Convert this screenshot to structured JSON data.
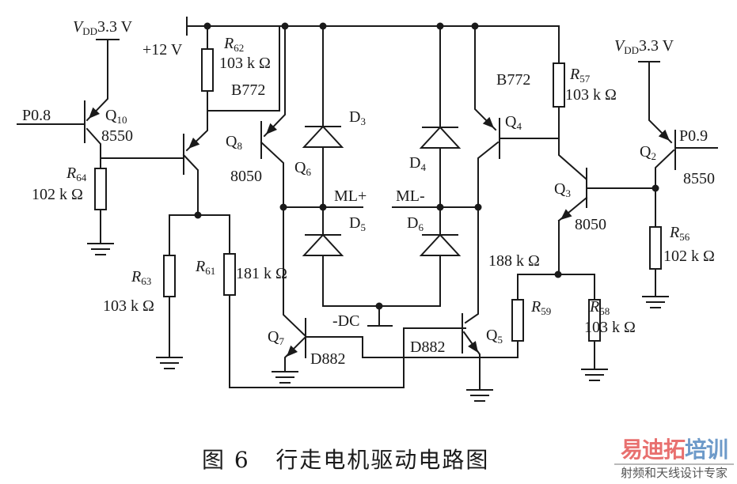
{
  "figure": {
    "caption": "图 6   行走电机驱动电路图",
    "watermark": {
      "brand_part1": "易迪拓",
      "brand_part2": "培训",
      "tagline": "射频和天线设计专家",
      "colors": {
        "part1": "#e8706f",
        "part2": "#6d9ac9"
      }
    }
  },
  "labels": {
    "vdd_left": {
      "main": "V",
      "sub": "DD",
      "value": "3.3 V"
    },
    "vdd_right": {
      "main": "V",
      "sub": "DD",
      "value": "3.3 V"
    },
    "supply_12v": "+12 V",
    "p08": "P0.8",
    "p09": "P0.9",
    "q10": {
      "name": "Q",
      "sub": "10",
      "part": "8550"
    },
    "q2": {
      "name": "Q",
      "sub": "2",
      "part": "8550"
    },
    "q8": {
      "name": "Q",
      "sub": "8",
      "part": "8050"
    },
    "q3": {
      "name": "Q",
      "sub": "3",
      "part": "8050"
    },
    "q6": {
      "name": "Q",
      "sub": "6",
      "part": "B772"
    },
    "q4": {
      "name": "Q",
      "sub": "4",
      "part": "B772"
    },
    "q7": {
      "name": "Q",
      "sub": "7",
      "part": "D882"
    },
    "q5": {
      "name": "Q",
      "sub": "5",
      "part": "D882"
    },
    "r62": {
      "name": "R",
      "sub": "62",
      "value": "103 k Ω"
    },
    "r64": {
      "name": "R",
      "sub": "64",
      "value": "102 k Ω"
    },
    "r63": {
      "name": "R",
      "sub": "63",
      "value": "103 k Ω"
    },
    "r61": {
      "name": "R",
      "sub": "61",
      "value": "181 k Ω"
    },
    "r57": {
      "name": "R",
      "sub": "57",
      "value": "103 k Ω"
    },
    "r56": {
      "name": "R",
      "sub": "56",
      "value": "102 k Ω"
    },
    "r59": {
      "name": "R",
      "sub": "59",
      "value": "188 k Ω"
    },
    "r58": {
      "name": "R",
      "sub": "58",
      "value": "103 k Ω"
    },
    "d3": {
      "name": "D",
      "sub": "3"
    },
    "d4": {
      "name": "D",
      "sub": "4"
    },
    "d5": {
      "name": "D",
      "sub": "5"
    },
    "d6": {
      "name": "D",
      "sub": "6"
    },
    "ml_plus": "ML+",
    "ml_minus": "ML-",
    "dc_minus": "-DC"
  }
}
